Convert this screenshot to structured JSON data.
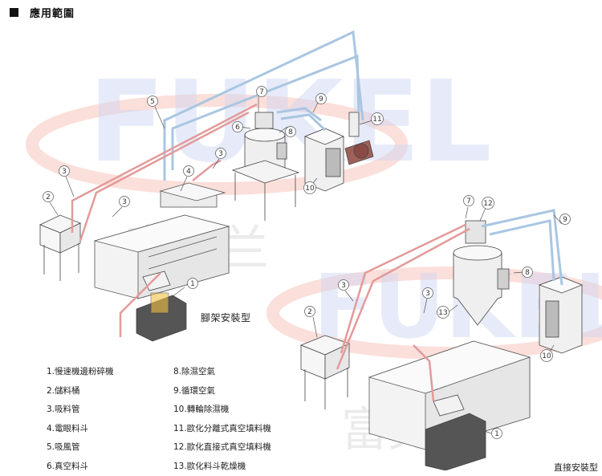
{
  "header": {
    "title": "應用範圍"
  },
  "watermark": {
    "brand": "FUKEL",
    "chinese": "富克兰",
    "color_blue": "#7a8fd6",
    "color_red": "#f08a78"
  },
  "callouts": {
    "c1": "1",
    "c2": "2",
    "c3": "3",
    "c4": "4",
    "c5": "5",
    "c6": "6",
    "c7": "7",
    "c8": "8",
    "c9": "9",
    "c10": "10",
    "c11": "11",
    "c12": "12",
    "c13": "13"
  },
  "captions": {
    "top": "腳架安裝型",
    "bottom": "直接安裝型"
  },
  "legend": {
    "left": [
      "1.慢速機邊粉碎機",
      "2.儲料桶",
      "3.吸料管",
      "4.電眼料斗",
      "5.吸風管",
      "6.真空料斗"
    ],
    "right": [
      "8.除濕空氣",
      "9.循環空氣",
      "10.轉輪除濕機",
      "11.歐化分離式真空填料機",
      "12.歐化直接式真空填料機",
      "13.歐化料斗乾燥機"
    ]
  },
  "colors": {
    "pipe_blue": "#a9c6e2",
    "pipe_red": "#e39a9a",
    "outline": "#555555"
  }
}
